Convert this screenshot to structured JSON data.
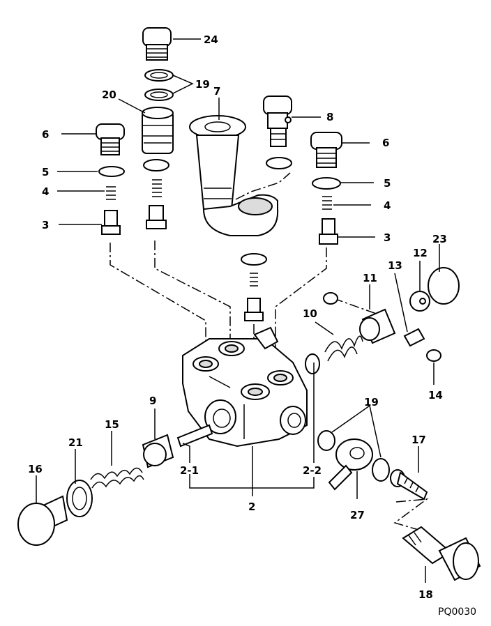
{
  "diagram": {
    "code": "PQ0030",
    "callouts": [
      "24",
      "19",
      "20",
      "7",
      "8",
      "6",
      "6",
      "5",
      "5",
      "4",
      "4",
      "3",
      "3",
      "12",
      "23",
      "11",
      "13",
      "10",
      "14",
      "9",
      "15",
      "21",
      "16",
      "2-1",
      "2-2",
      "2",
      "19",
      "17",
      "27",
      "18"
    ]
  }
}
